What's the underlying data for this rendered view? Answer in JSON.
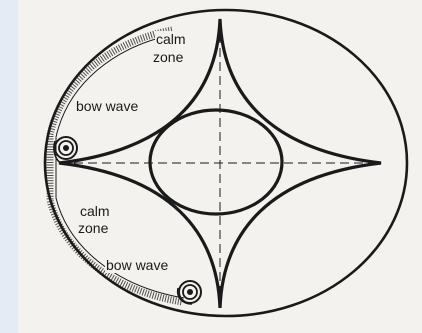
{
  "labels": {
    "calm_zone_top_line1": "calm",
    "calm_zone_top_line2": "zone",
    "bow_wave_top": "bow wave",
    "calm_zone_bottom_line1": "calm",
    "calm_zone_bottom_line2": "zone",
    "bow_wave_bottom": "bow wave"
  },
  "colors": {
    "ink": "#1a1a1a",
    "paper": "#f3f2ee",
    "background": "#e4ebf4"
  }
}
